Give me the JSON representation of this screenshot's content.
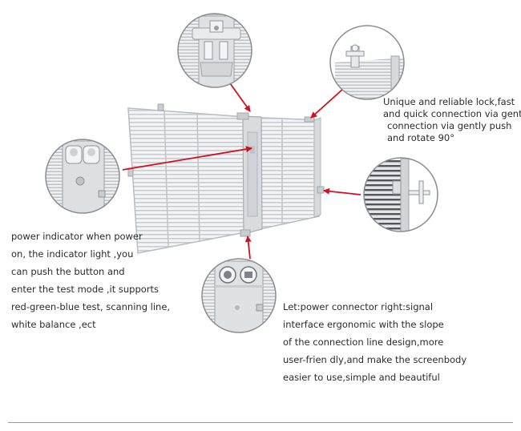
{
  "callouts": {
    "lock": {
      "lines": [
        "Unique and reliable lock,fast",
        "and quick connection via gently",
        "connection via gently push",
        "and rotate 90°"
      ]
    },
    "power": {
      "lines": [
        "power indicator when power",
        "on, the indicator light ,you",
        "can push the button and",
        "enter the test mode ,it supports",
        "red-green-blue test, scanning line,",
        "white balance ,ect"
      ]
    },
    "connector": {
      "lines": [
        "Let:power connector right:signal",
        "interface ergonomic with the slope",
        "of the connection line design,more",
        "user-frien dly,and make the screenbody",
        "easier to use,simple and beautiful"
      ]
    }
  },
  "colors": {
    "arrow": "#d0101f",
    "panel_frame": "#b9bcc0",
    "panel_slat": "#c9ccd0",
    "circle_border": "#8c8c8c"
  },
  "icons": [
    "clamp-detail-icon",
    "lock-detail-icon",
    "indicator-detail-icon",
    "handle-detail-icon",
    "connector-detail-icon"
  ]
}
